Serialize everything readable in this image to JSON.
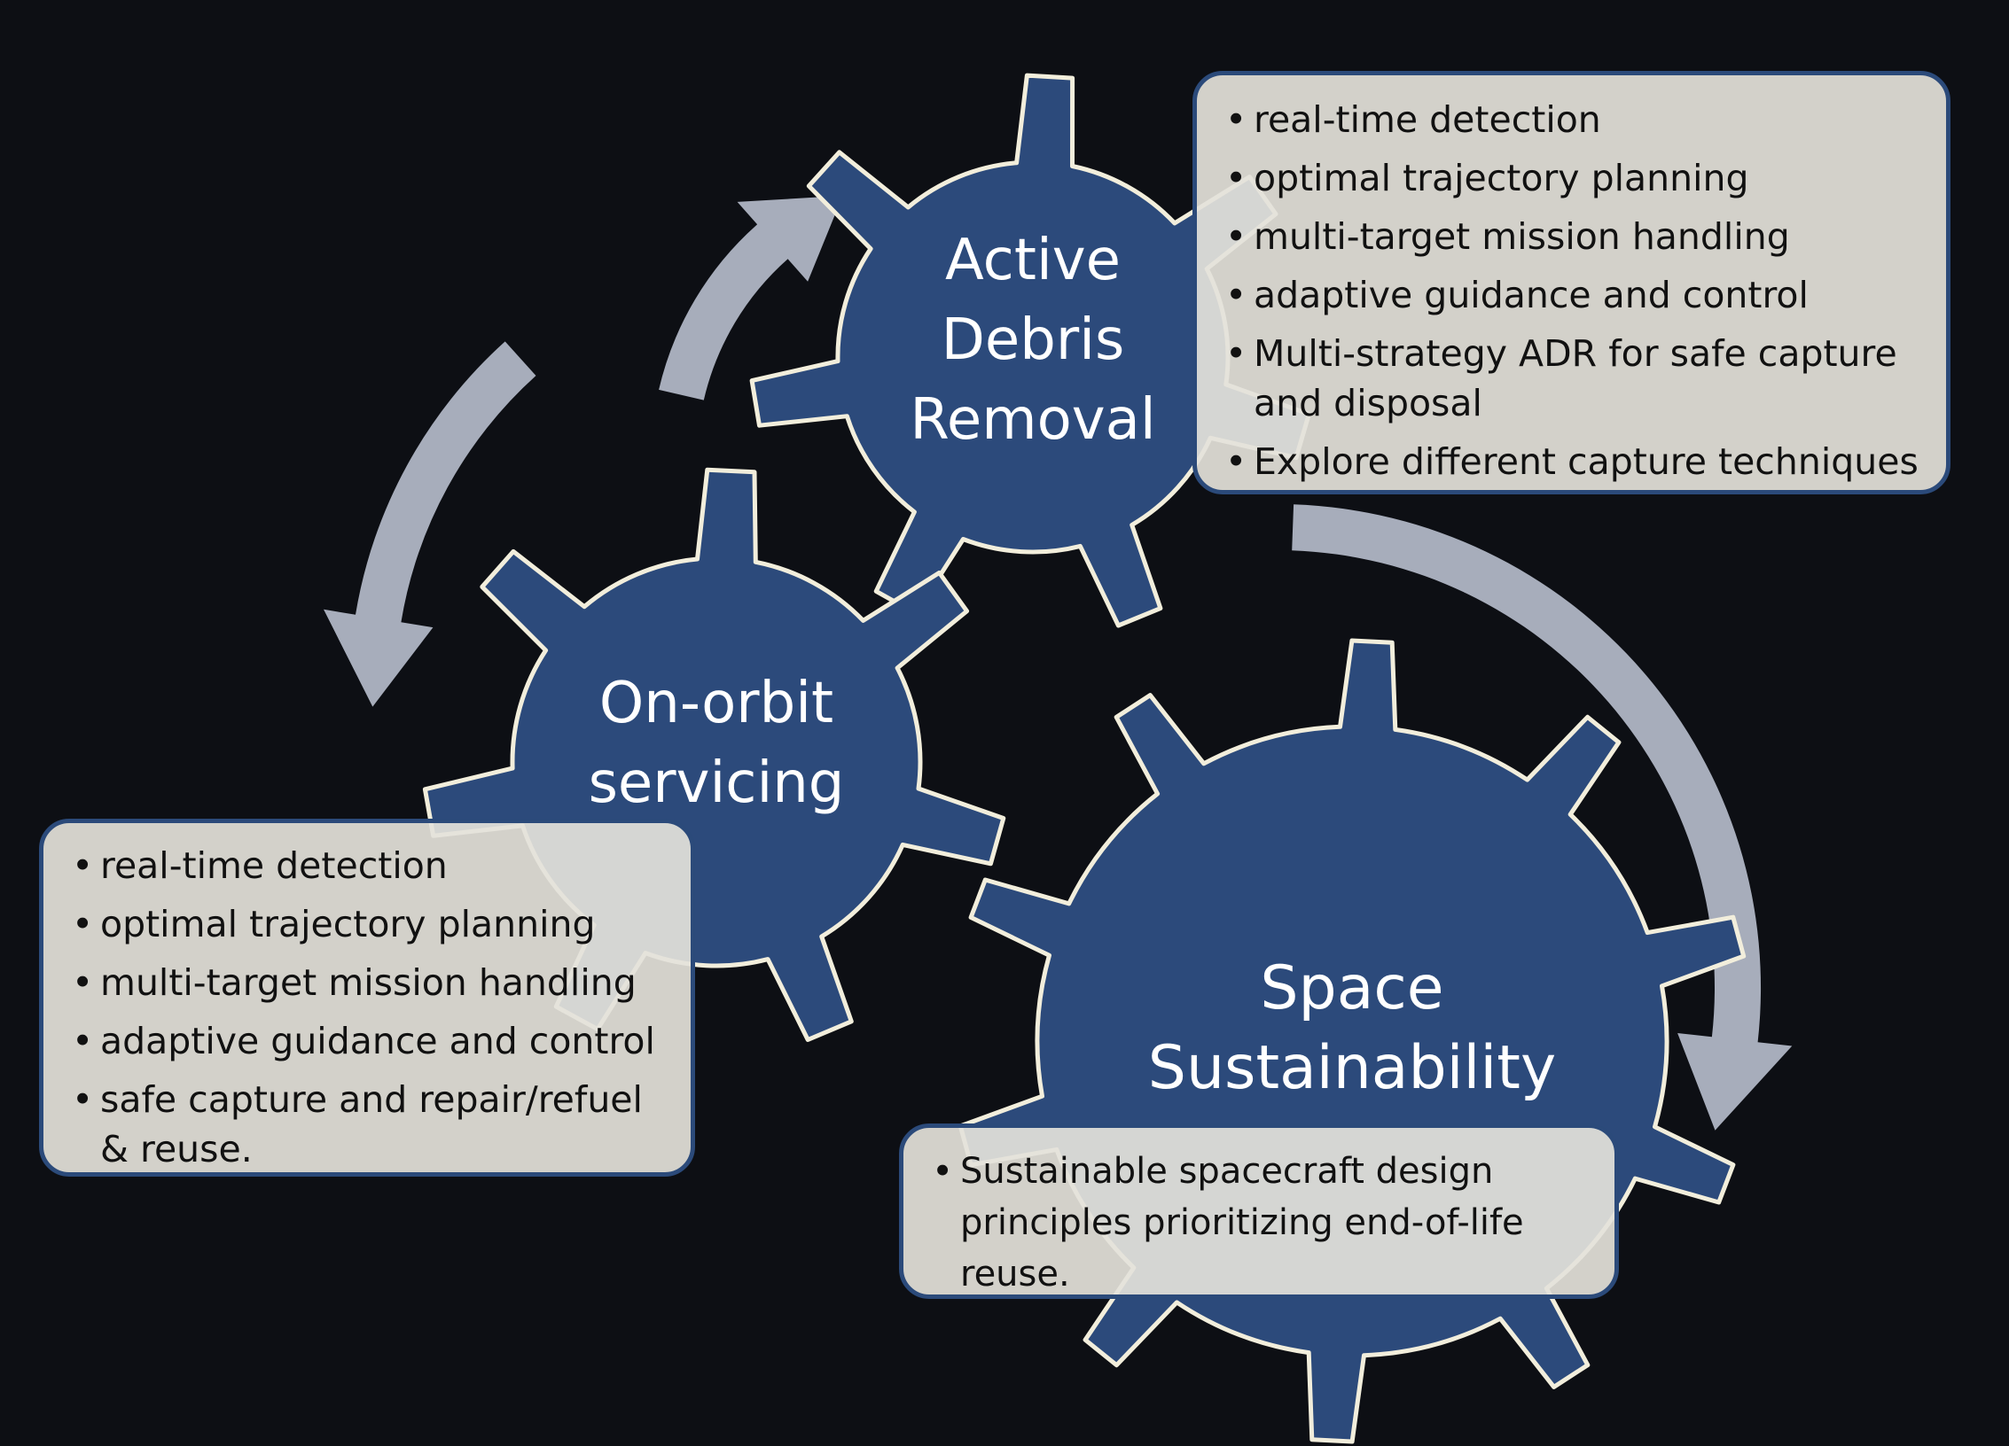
{
  "gears": {
    "adr": {
      "title_lines": [
        "Active",
        "Debris",
        "Removal"
      ]
    },
    "oos": {
      "title_lines": [
        "On-orbit",
        "servicing"
      ]
    },
    "ss": {
      "title_lines": [
        "Space",
        "Sustainability"
      ]
    }
  },
  "boxes": {
    "adr": {
      "items": [
        "real-time detection",
        "optimal trajectory planning",
        "multi-target mission handling",
        "adaptive guidance and control",
        "Multi-strategy ADR for safe capture and disposal",
        "Explore different capture techniques"
      ]
    },
    "oos": {
      "items": [
        "real-time detection",
        "optimal trajectory planning",
        "multi-target mission handling",
        "adaptive guidance and control",
        "safe capture and repair/refuel & reuse."
      ]
    },
    "ss": {
      "items": [
        "Sustainable spacecraft design principles prioritizing end-of-life reuse."
      ]
    }
  },
  "colors": {
    "background": "#0d0f14",
    "gear_fill": "#2c4a7b",
    "gear_stroke": "#f2eedc",
    "arrow_fill": "#a7adbb",
    "box_fill": "#e4e2da",
    "box_border": "#2b4a7a"
  }
}
